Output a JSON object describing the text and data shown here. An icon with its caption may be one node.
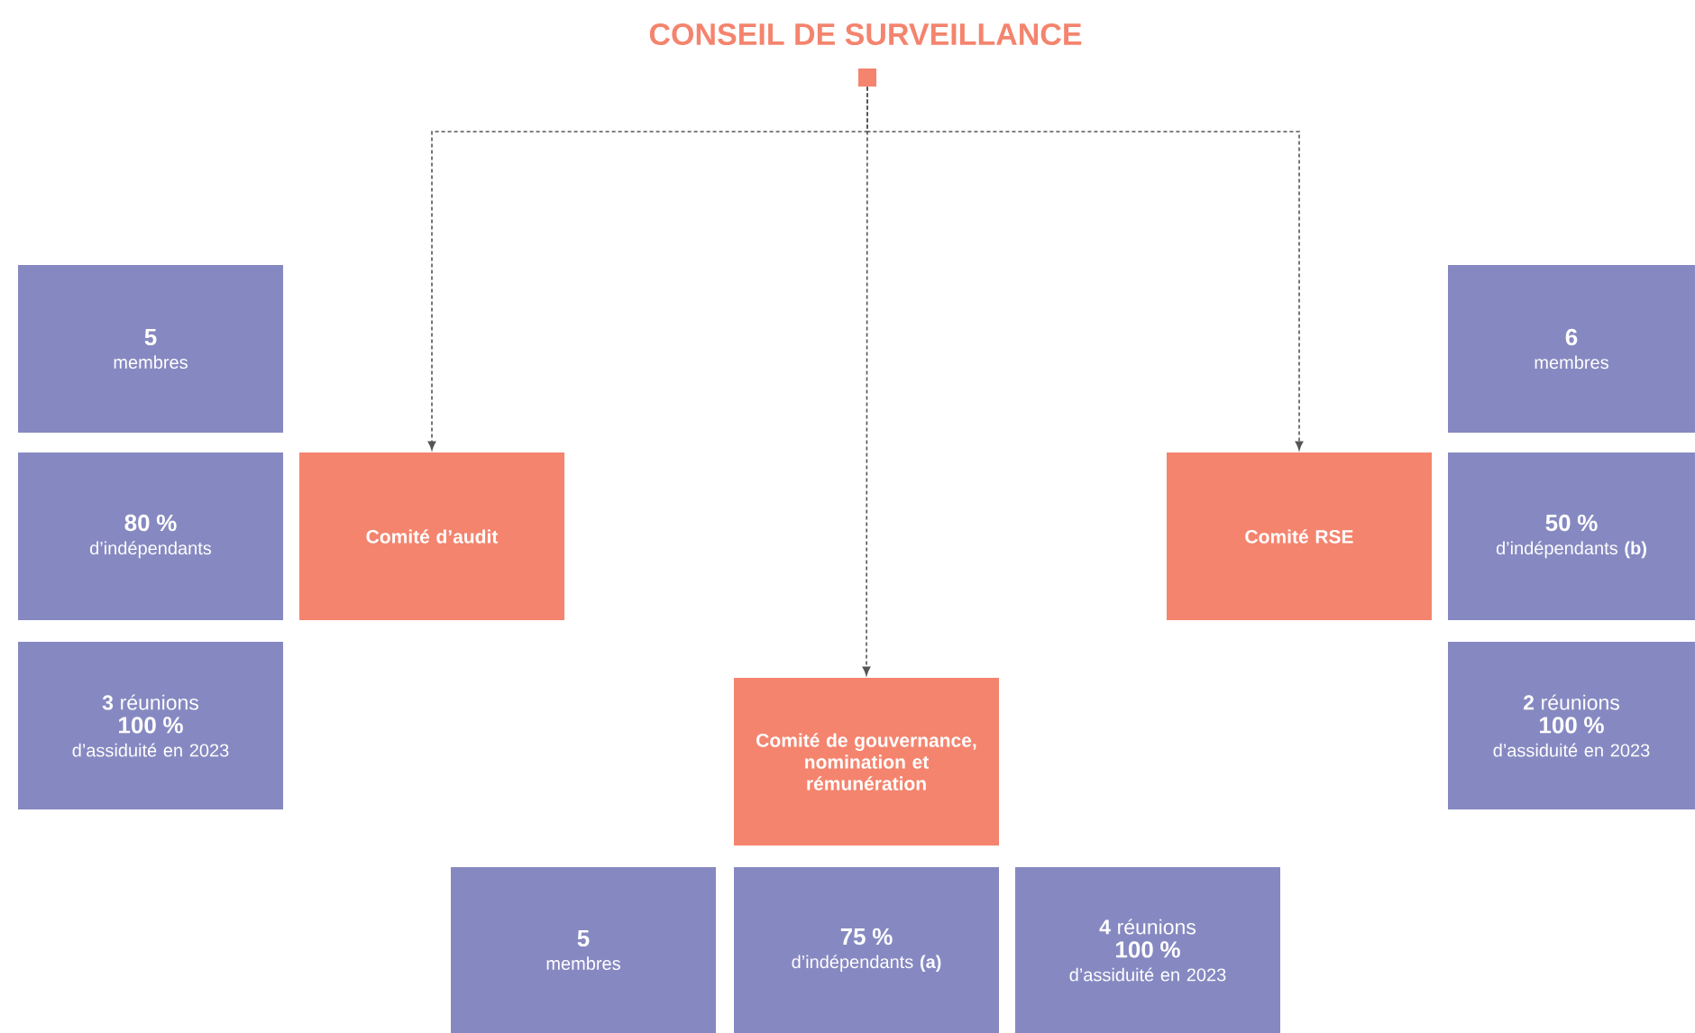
{
  "diagram": {
    "title": "CONSEIL DE SURVEILLANCE",
    "nodes": [
      {
        "text": [],
        "shape": "box"
      },
      {
        "text": [
          "5",
          "membres"
        ]
      },
      {
        "text": [
          "6",
          "membres"
        ]
      },
      {
        "text": [
          "80 %",
          "d’indépendants"
        ]
      },
      {
        "text": [
          "Comité d’audit"
        ]
      },
      {
        "text": [
          "Comité RSE"
        ]
      },
      {
        "text": [
          "50 %",
          "d’indépendants **(b)**"
        ]
      },
      {
        "text": [
          "**3** réunions",
          "100 %",
          "d’assiduité en 2023"
        ]
      },
      {
        "text": [
          "**2** réunions",
          "100 %",
          "d’assiduité en 2023"
        ]
      },
      {
        "text": [
          "Comité de gouvernance, nomination et rémunération"
        ]
      },
      {
        "text": [
          "5",
          "membres"
        ]
      },
      {
        "text": [
          "75 %",
          "d’indépendants **(a)**"
        ]
      },
      {
        "text": [
          "**4** réunions",
          "100 %",
          "d’assiduité en 2023"
        ]
      }
    ],
    "edges": [
      {
        "from": 0,
        "to": 4,
        "arrow": "to",
        "style": "dashed"
      },
      {
        "from": 0,
        "to": 9,
        "arrow": "to",
        "style": "dashed"
      },
      {
        "from": 0,
        "to": 5,
        "arrow": "to",
        "style": "dashed"
      }
    ]
  }
}
